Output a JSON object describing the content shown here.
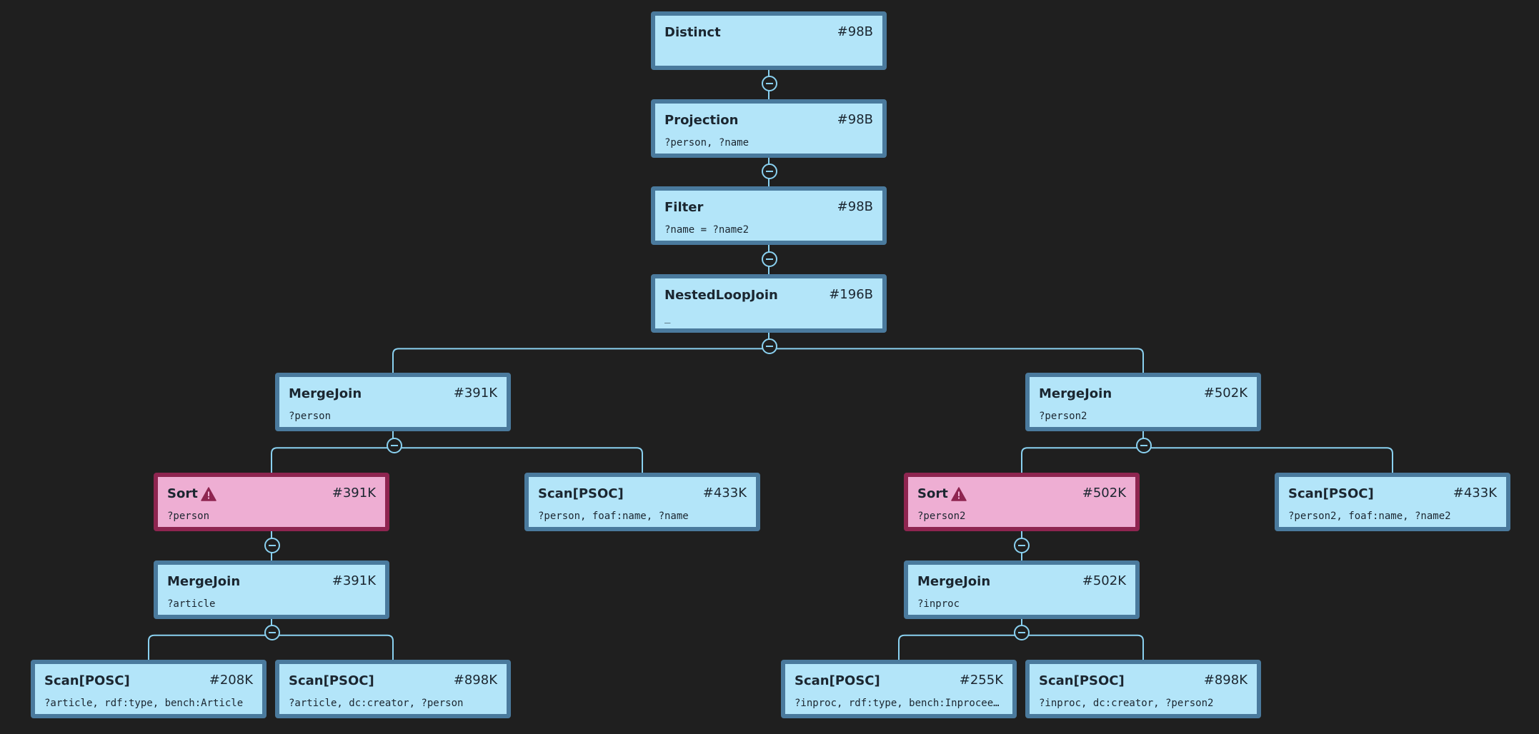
{
  "colors": {
    "background": "#1f1f1f",
    "node_fill": "#b3e5f9",
    "node_border": "#4a7a9d",
    "warning_fill": "#eeaed3",
    "warning_border": "#8e2550",
    "edge": "#8ad1f0"
  },
  "nodes": [
    {
      "id": "distinct",
      "parent": null,
      "title": "Distinct",
      "count": "#98B",
      "detail": "",
      "warning": false
    },
    {
      "id": "projection",
      "parent": "distinct",
      "title": "Projection",
      "count": "#98B",
      "detail": "?person, ?name",
      "warning": false
    },
    {
      "id": "filter",
      "parent": "projection",
      "title": "Filter",
      "count": "#98B",
      "detail": "?name = ?name2",
      "warning": false
    },
    {
      "id": "nested-loop-join",
      "parent": "filter",
      "title": "NestedLoopJoin",
      "count": "#196B",
      "detail": "_",
      "warning": false
    },
    {
      "id": "merge-join-person",
      "parent": "nested-loop-join",
      "title": "MergeJoin",
      "count": "#391K",
      "detail": "?person",
      "warning": false
    },
    {
      "id": "merge-join-person2",
      "parent": "nested-loop-join",
      "title": "MergeJoin",
      "count": "#502K",
      "detail": "?person2",
      "warning": false
    },
    {
      "id": "sort-person",
      "parent": "merge-join-person",
      "title": "Sort",
      "count": "#391K",
      "detail": "?person",
      "warning": true,
      "icon": "warning-icon"
    },
    {
      "id": "scan-psoc-person-name",
      "parent": "merge-join-person",
      "title": "Scan[PSOC]",
      "count": "#433K",
      "detail": "?person, foaf:name, ?name",
      "warning": false
    },
    {
      "id": "sort-person2",
      "parent": "merge-join-person2",
      "title": "Sort",
      "count": "#502K",
      "detail": "?person2",
      "warning": true,
      "icon": "warning-icon"
    },
    {
      "id": "scan-psoc-person2-name2",
      "parent": "merge-join-person2",
      "title": "Scan[PSOC]",
      "count": "#433K",
      "detail": "?person2, foaf:name, ?name2",
      "warning": false
    },
    {
      "id": "merge-join-article",
      "parent": "sort-person",
      "title": "MergeJoin",
      "count": "#391K",
      "detail": "?article",
      "warning": false
    },
    {
      "id": "merge-join-inproc",
      "parent": "sort-person2",
      "title": "MergeJoin",
      "count": "#502K",
      "detail": "?inproc",
      "warning": false
    },
    {
      "id": "scan-posc-article",
      "parent": "merge-join-article",
      "title": "Scan[POSC]",
      "count": "#208K",
      "detail": "?article, rdf:type, bench:Article",
      "warning": false
    },
    {
      "id": "scan-psoc-article-creator",
      "parent": "merge-join-article",
      "title": "Scan[PSOC]",
      "count": "#898K",
      "detail": "?article, dc:creator, ?person",
      "warning": false
    },
    {
      "id": "scan-posc-inproc",
      "parent": "merge-join-inproc",
      "title": "Scan[POSC]",
      "count": "#255K",
      "detail": "?inproc, rdf:type, bench:Inproceed…",
      "warning": false
    },
    {
      "id": "scan-psoc-inproc-creator",
      "parent": "merge-join-inproc",
      "title": "Scan[PSOC]",
      "count": "#898K",
      "detail": "?inproc, dc:creator, ?person2",
      "warning": false
    }
  ]
}
